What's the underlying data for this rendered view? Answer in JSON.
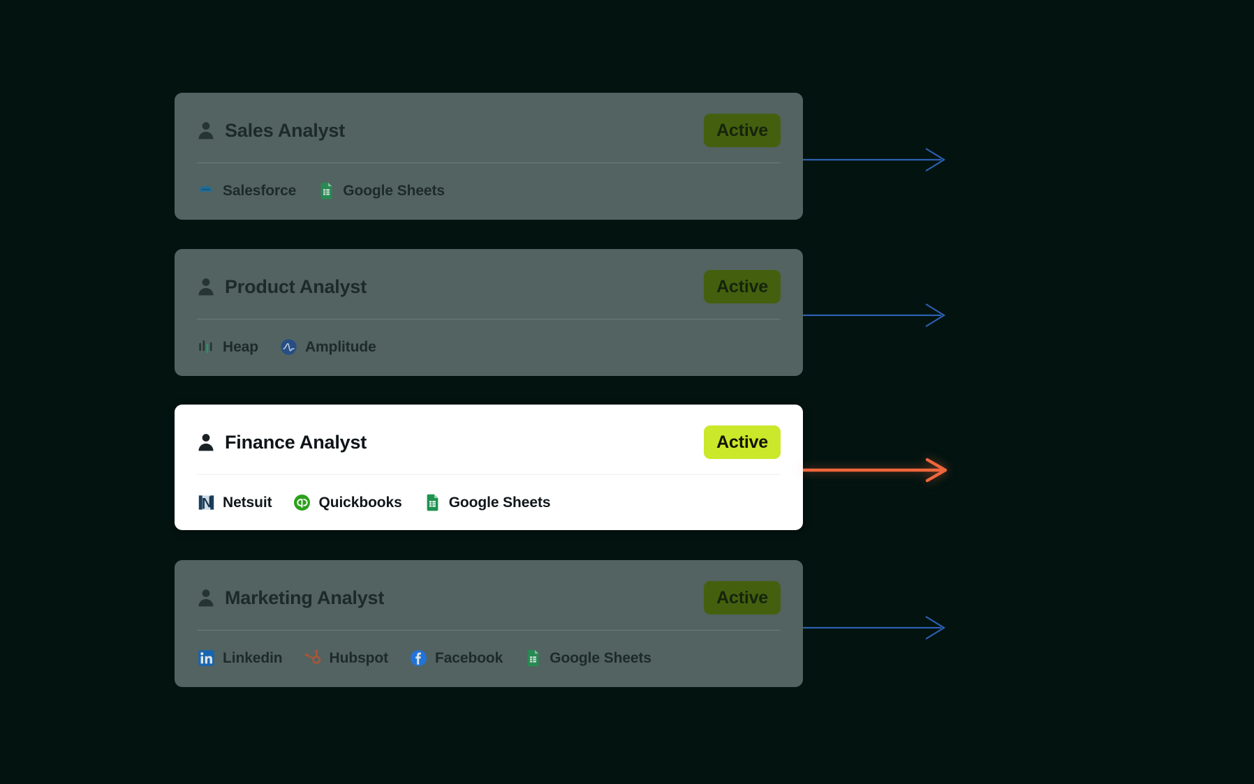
{
  "theme": {
    "background": "#021310",
    "card_dim_bg": "#526361",
    "card_active_bg": "#ffffff",
    "badge_dim_bg": "#44600f",
    "badge_active_bg": "#cbe82b",
    "arrow_default": "#2e5fb0",
    "arrow_highlight": "#f0663c"
  },
  "cards": [
    {
      "id": "sales-analyst",
      "title": "Sales Analyst",
      "status": "Active",
      "highlighted": false,
      "person_icon": "person-icon",
      "tools": [
        {
          "label": "Salesforce",
          "icon": "salesforce-icon"
        },
        {
          "label": "Google Sheets",
          "icon": "google-sheets-icon"
        }
      ],
      "arrow": {
        "name": "arrow-sales",
        "color": "#2e5fb0",
        "highlighted": false
      }
    },
    {
      "id": "product-analyst",
      "title": "Product Analyst",
      "status": "Active",
      "highlighted": false,
      "person_icon": "person-icon",
      "tools": [
        {
          "label": "Heap",
          "icon": "heap-icon"
        },
        {
          "label": "Amplitude",
          "icon": "amplitude-icon"
        }
      ],
      "arrow": {
        "name": "arrow-product",
        "color": "#2e5fb0",
        "highlighted": false
      }
    },
    {
      "id": "finance-analyst",
      "title": "Finance Analyst",
      "status": "Active",
      "highlighted": true,
      "person_icon": "person-icon",
      "tools": [
        {
          "label": "Netsuit",
          "icon": "netsuite-icon"
        },
        {
          "label": "Quickbooks",
          "icon": "quickbooks-icon"
        },
        {
          "label": "Google Sheets",
          "icon": "google-sheets-icon"
        }
      ],
      "arrow": {
        "name": "arrow-finance",
        "color": "#f0663c",
        "highlighted": true
      }
    },
    {
      "id": "marketing-analyst",
      "title": "Marketing Analyst",
      "status": "Active",
      "highlighted": false,
      "person_icon": "person-icon",
      "tools": [
        {
          "label": "Linkedin",
          "icon": "linkedin-icon"
        },
        {
          "label": "Hubspot",
          "icon": "hubspot-icon"
        },
        {
          "label": "Facebook",
          "icon": "facebook-icon"
        },
        {
          "label": "Google Sheets",
          "icon": "google-sheets-icon"
        }
      ],
      "arrow": {
        "name": "arrow-marketing",
        "color": "#2e5fb0",
        "highlighted": false
      }
    }
  ]
}
